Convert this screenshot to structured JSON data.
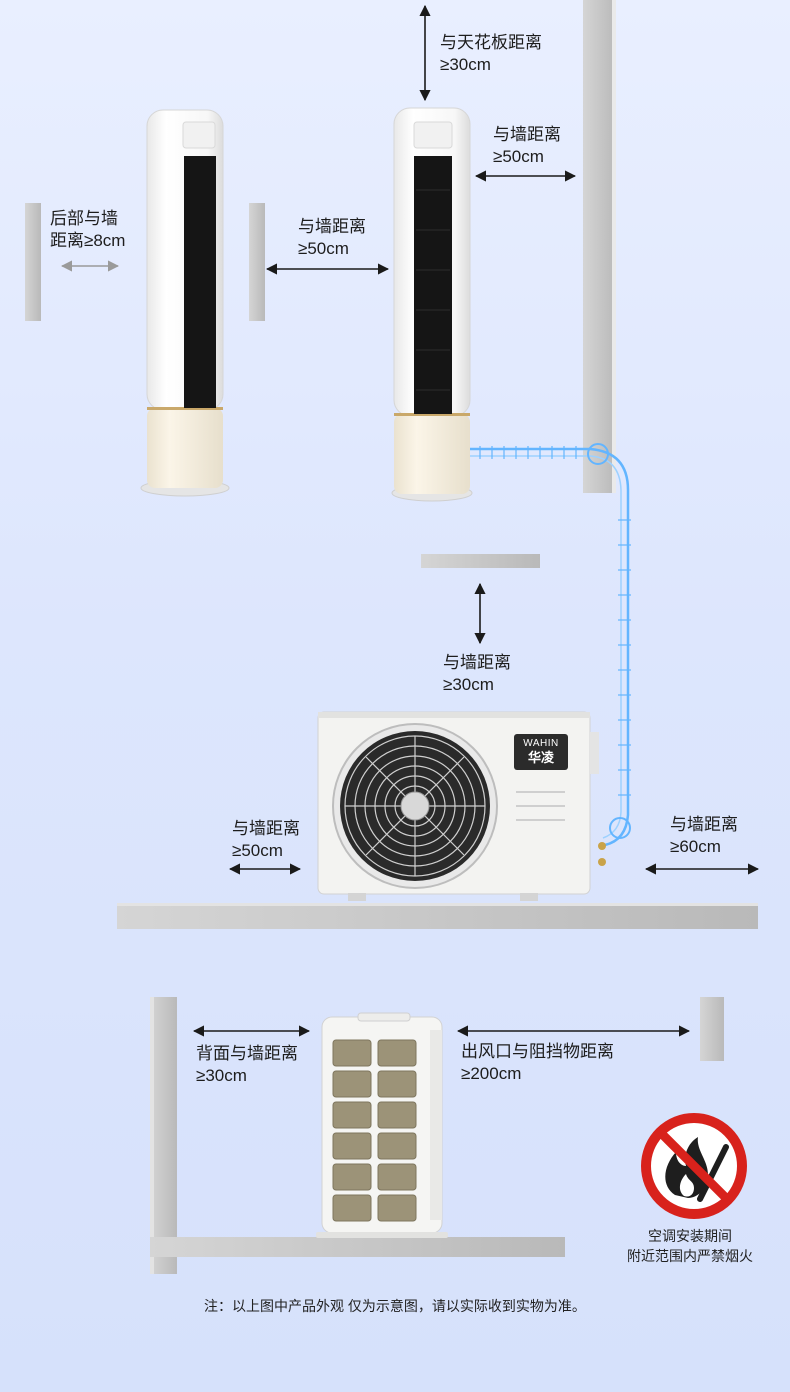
{
  "indoor": {
    "ceiling_line1": "与天花板距离",
    "ceiling_line2": "≥30cm",
    "rear_line1": "后部与墙",
    "rear_line2": "距离≥8cm",
    "side_left_line1": "与墙距离",
    "side_left_line2": "≥50cm",
    "side_right_line1": "与墙距离",
    "side_right_line2": "≥50cm"
  },
  "outdoor_front": {
    "top_line1": "与墙距离",
    "top_line2": "≥30cm",
    "left_line1": "与墙距离",
    "left_line2": "≥50cm",
    "right_line1": "与墙距离",
    "right_line2": "≥60cm",
    "brand_en": "WAHIN",
    "brand_cn": "华凌"
  },
  "outdoor_side": {
    "back_line1": "背面与墙距离",
    "back_line2": "≥30cm",
    "outlet_line1": "出风口与阻挡物距离",
    "outlet_line2": "≥200cm"
  },
  "warning": {
    "icon": "no-fire-icon",
    "line1": "空调安装期间",
    "line2": "附近范围内严禁烟火"
  },
  "footnote": "注：以上图中产品外观 仅为示意图，请以实际收到实物为准。",
  "colors": {
    "background": "#e2eafe",
    "wall": "#c9c9c9",
    "pipe": "#63b5ff",
    "warning_red": "#d8221c"
  }
}
